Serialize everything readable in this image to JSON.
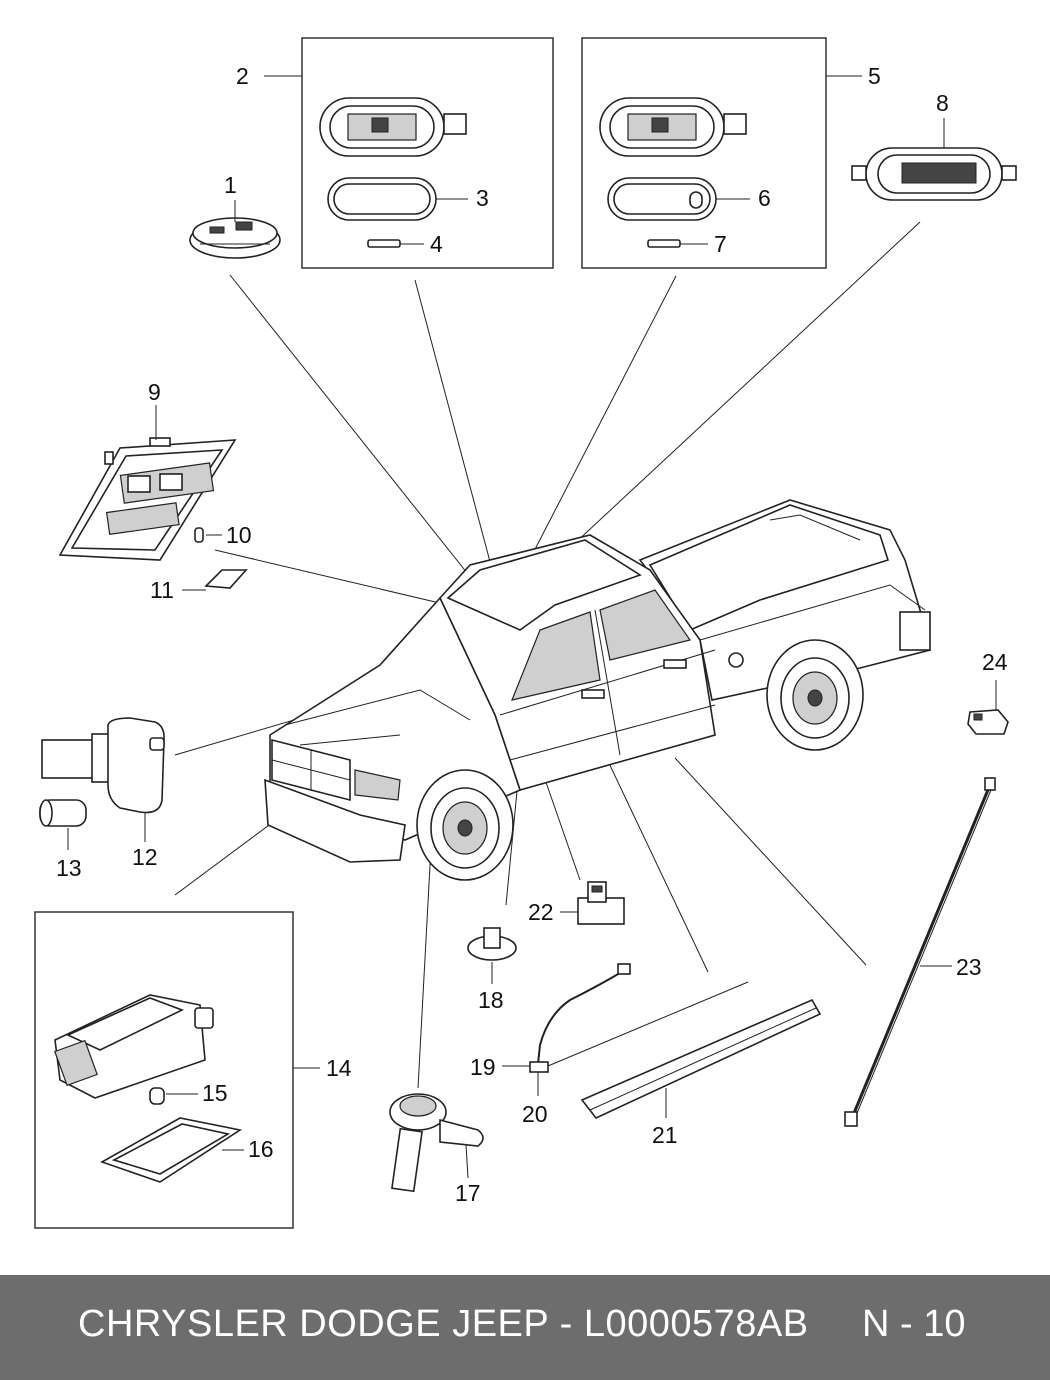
{
  "diagram": {
    "callouts": {
      "c1": "1",
      "c2": "2",
      "c3": "3",
      "c4": "4",
      "c5": "5",
      "c6": "6",
      "c7": "7",
      "c8": "8",
      "c9": "9",
      "c10": "10",
      "c11": "11",
      "c12": "12",
      "c13": "13",
      "c14": "14",
      "c15": "15",
      "c16": "16",
      "c17": "17",
      "c18": "18",
      "c19": "19",
      "c20": "20",
      "c21": "21",
      "c22": "22",
      "c23": "23",
      "c24": "24"
    }
  },
  "footer": {
    "title": "CHRYSLER DODGE JEEP - L0000578AB",
    "page": "N - 10"
  }
}
